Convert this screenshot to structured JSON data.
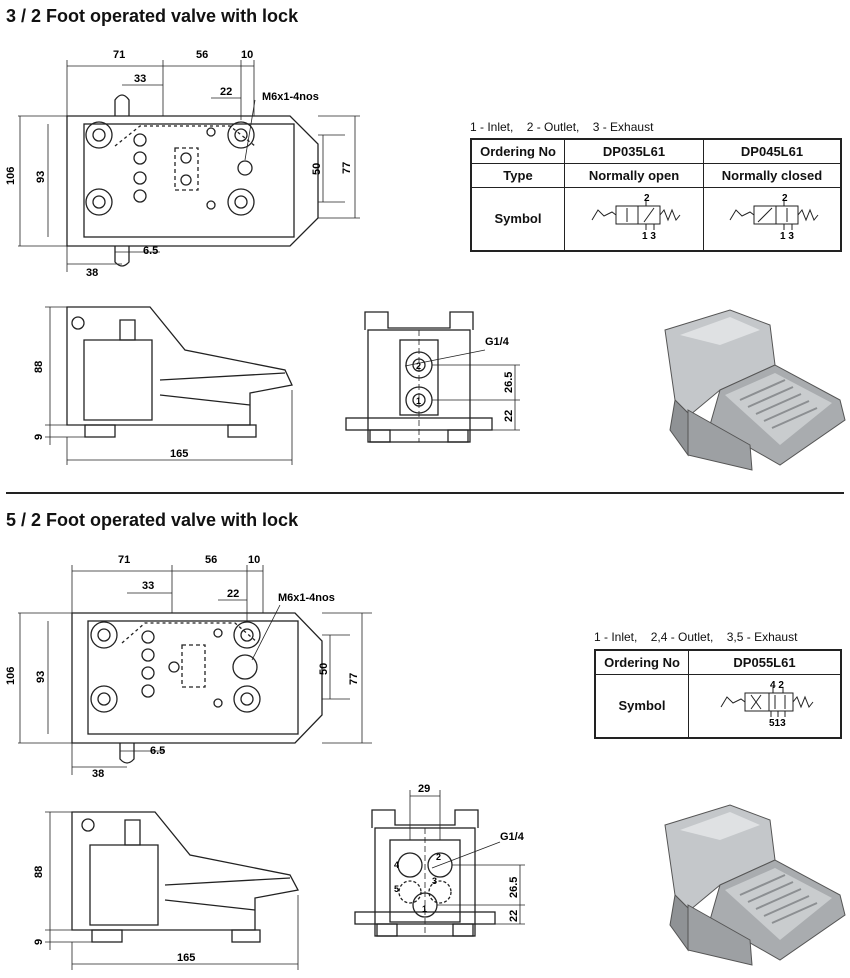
{
  "section1": {
    "title": "3 / 2 Foot operated valve with lock",
    "legend": "1 - Inlet,    2 - Outlet,    3 - Exhaust",
    "table": {
      "ordering_label": "Ordering No",
      "type_label": "Type",
      "symbol_label": "Symbol",
      "models": [
        {
          "code": "DP035L61",
          "type": "Normally open"
        },
        {
          "code": "DP045L61",
          "type": "Normally closed"
        }
      ],
      "symbol_ports": {
        "top": "2",
        "bottom": "1 3"
      }
    },
    "dims_top": {
      "d71": "71",
      "d56": "56",
      "d10": "10",
      "d33": "33",
      "d22": "22",
      "thread": "M6x1-4nos",
      "d106": "106",
      "d93": "93",
      "d50": "50",
      "d77": "77",
      "d65": "6.5",
      "d38": "38"
    },
    "dims_side": {
      "d88": "88",
      "d9": "9",
      "d165": "165"
    },
    "dims_front": {
      "port": "G1/4",
      "d265": "26.5",
      "d22": "22",
      "p2": "2",
      "p1": "1"
    }
  },
  "section2": {
    "title": "5 / 2 Foot operated valve with lock",
    "legend": "1 - Inlet,    2,4 - Outlet,    3,5 - Exhaust",
    "table": {
      "ordering_label": "Ordering No",
      "symbol_label": "Symbol",
      "models": [
        {
          "code": "DP055L61"
        }
      ],
      "symbol_ports": {
        "top": "4 2",
        "bottom": "513"
      }
    },
    "dims_top": {
      "d71": "71",
      "d56": "56",
      "d10": "10",
      "d33": "33",
      "d22": "22",
      "thread": "M6x1-4nos",
      "d106": "106",
      "d93": "93",
      "d50": "50",
      "d77": "77",
      "d65": "6.5",
      "d38": "38"
    },
    "dims_side": {
      "d88": "88",
      "d9": "9",
      "d165": "165"
    },
    "dims_front": {
      "d29": "29",
      "port": "G1/4",
      "d265": "26.5",
      "d22": "22",
      "p4": "4",
      "p2": "2",
      "p5": "5",
      "p3": "3",
      "p1": "1"
    }
  },
  "colors": {
    "line": "#222222",
    "metal": "#b9bcbf",
    "metal_dark": "#7f8286"
  }
}
